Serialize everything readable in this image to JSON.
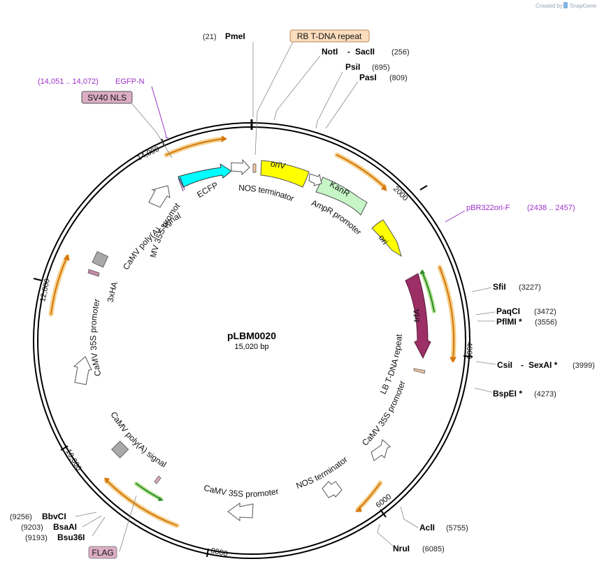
{
  "credit": {
    "text": "Created by",
    "brand": "SnapGene"
  },
  "plasmid": {
    "name": "pLBM0020",
    "size": "15,020 bp"
  },
  "ticks": [
    "2000",
    "4000",
    "6000",
    "8000",
    "10,000",
    "12,000",
    "14,000"
  ],
  "sites": [
    {
      "name": "PmeI",
      "pos": "(21)"
    },
    {
      "name": "NotI",
      "sep": "-",
      "name2": "SacII",
      "pos": "(256)"
    },
    {
      "name": "PsiI",
      "pos": "(695)"
    },
    {
      "name": "PasI",
      "pos": "(809)"
    },
    {
      "name": "SfiI",
      "pos": "(3227)"
    },
    {
      "name": "PaqCI",
      "pos": "(3472)"
    },
    {
      "name": "PflMI *",
      "pos": "(3556)"
    },
    {
      "name": "CsiI",
      "sep": "-",
      "name2": "SexAI *",
      "pos": "(3999)"
    },
    {
      "name": "BspEI *",
      "pos": "(4273)"
    },
    {
      "name": "AclI",
      "pos": "(5755)"
    },
    {
      "name": "NruI",
      "pos": "(6085)"
    },
    {
      "name": "BbvCI",
      "pos": "(9256)"
    },
    {
      "name": "BsaAI",
      "pos": "(9203)"
    },
    {
      "name": "Bsu36I",
      "pos": "(9193)"
    }
  ],
  "boxed_labels": {
    "rb_repeat": "RB T-DNA repeat",
    "sv40": "SV40 NLS",
    "flag": "FLAG"
  },
  "primers": {
    "egfp": {
      "range": "(14,051 .. 14,072)",
      "name": "EGFP-N"
    },
    "pbr": {
      "name": "pBR322ori-F",
      "range": "(2438 .. 2457)"
    }
  },
  "features": {
    "orivt": "oriV",
    "kanr": "KanR",
    "ori": "ori",
    "trfa": "trfA",
    "ecfp": "ECFP",
    "nos_term_top": "NOS terminator",
    "ampr_prom": "AmpR promoter",
    "lb_repeat": "LB T-DNA repeat",
    "camv35s_right": "CaMV 35S promoter",
    "nos_term_bottom": "NOS terminator",
    "camv35s_bottom": "CaMV 35S promoter",
    "camv_polya_bottom": "CaMV poly(A) signal",
    "camv35s_left": "CaMV 35S promoter",
    "hax3": "3xHA",
    "camv35s_topleft": "CaMV 35S promoter",
    "camv_polya_topleft": "CaMV poly(A) signal"
  },
  "colors": {
    "orivt": "#ffff00",
    "kanr": "#c6f5c6",
    "ecfp": "#00ffff",
    "trfa": "#9b2f66",
    "orf_arrow": "#d4770c",
    "orf_glow": "#f5d28f",
    "primer": "#9b30c8",
    "box_rb": "#fbdcbc",
    "box_pink": "#dcadc4"
  }
}
